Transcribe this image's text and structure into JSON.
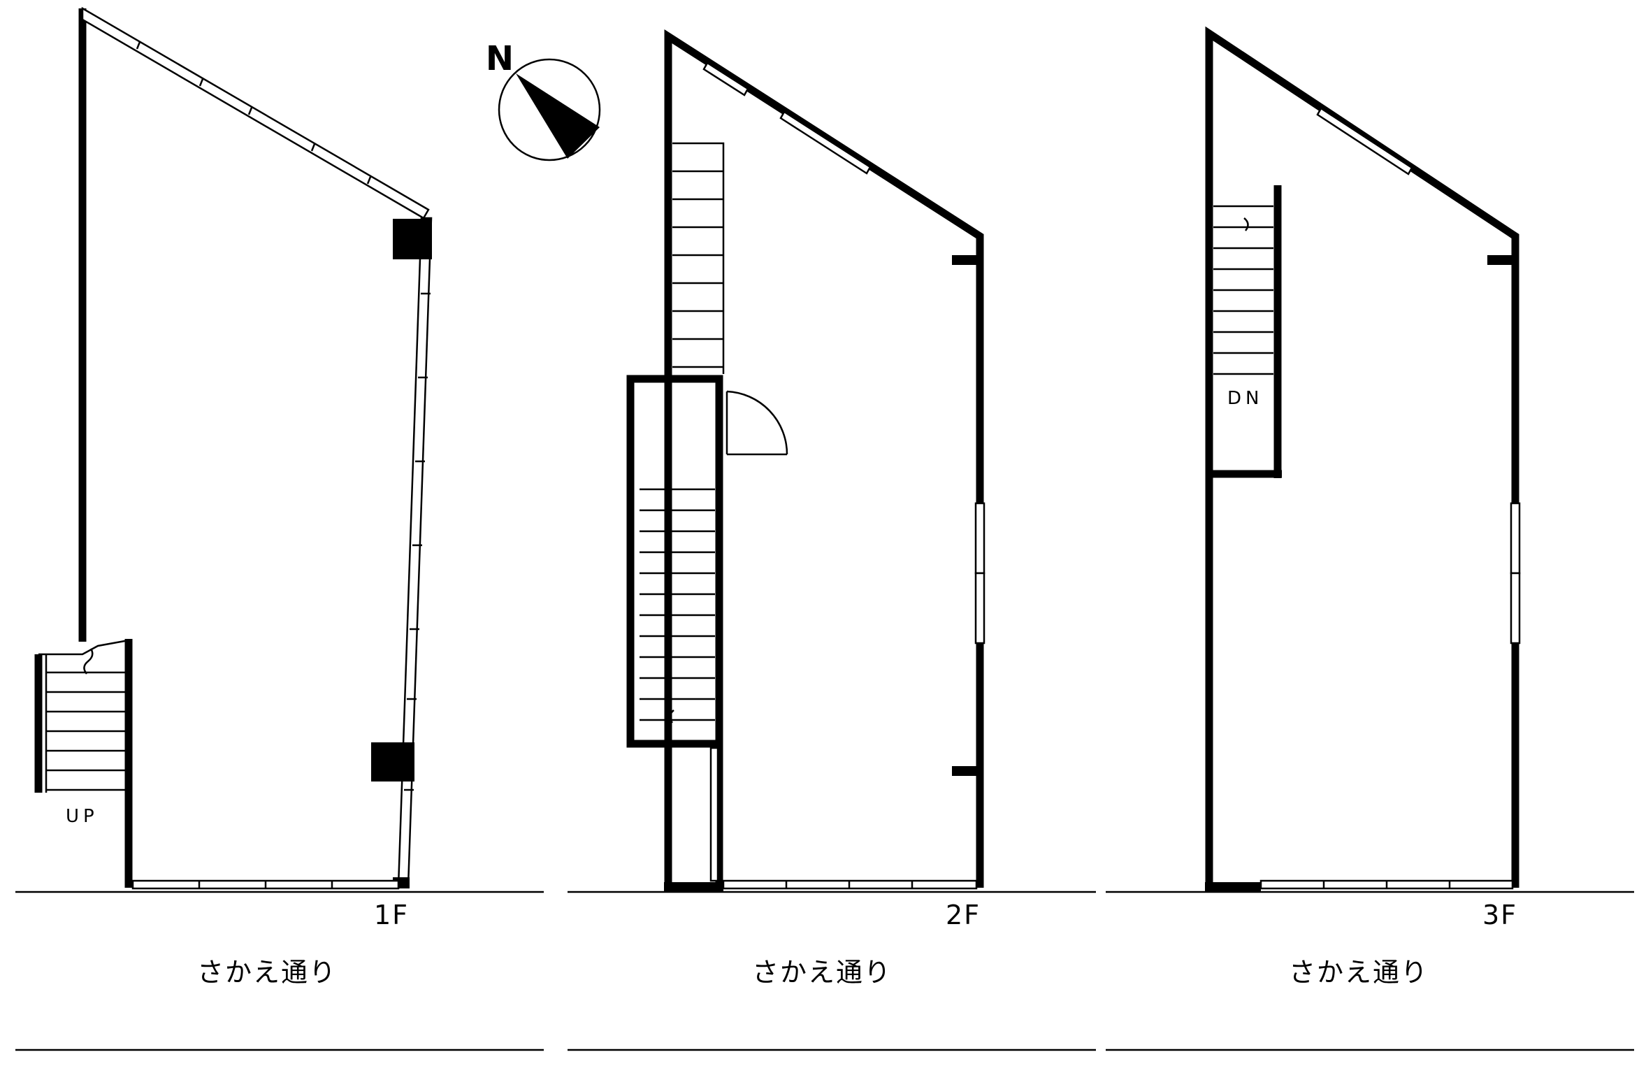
{
  "floors": [
    {
      "label": "1F",
      "street": "さかえ通り",
      "stair_label": "UP"
    },
    {
      "label": "2F",
      "street": "さかえ通り"
    },
    {
      "label": "3F",
      "street": "さかえ通り",
      "stair_label": "DN"
    }
  ],
  "north_label": "N"
}
